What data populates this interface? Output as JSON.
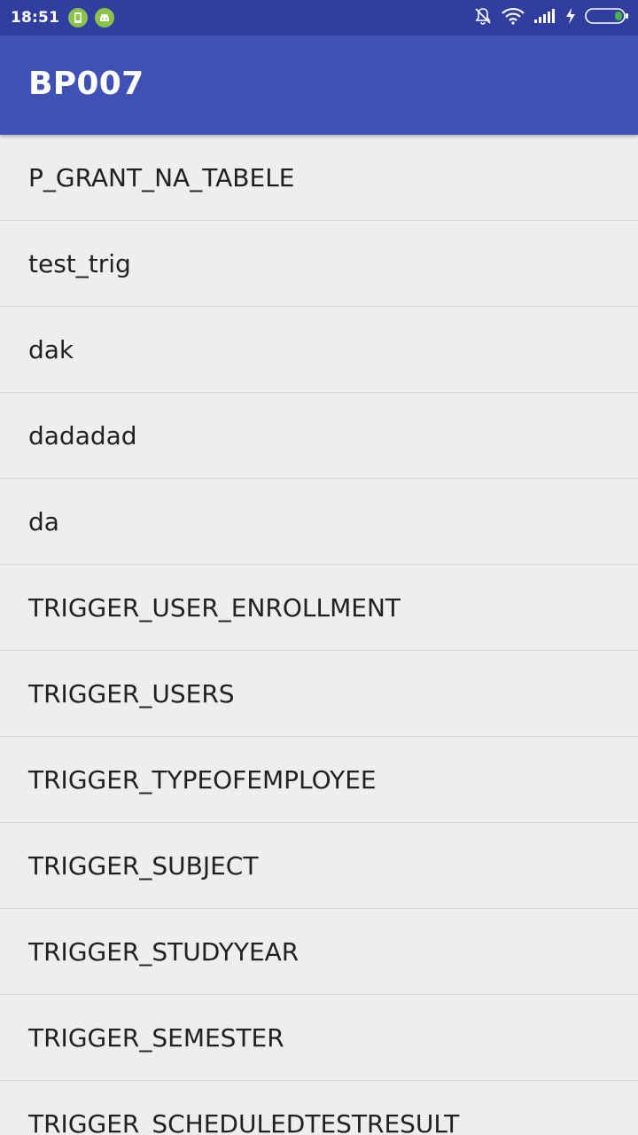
{
  "status_bar": {
    "time": "18:51",
    "icons": [
      "phone-notification-icon",
      "android-notification-icon",
      "bell-off-icon",
      "wifi-icon",
      "signal-icon",
      "charging-bolt-icon",
      "battery-icon"
    ],
    "background": "#303f9f",
    "notification_color": "#8bc34a",
    "battery_level_color": "#4caf50"
  },
  "app_bar": {
    "title": "BP007",
    "background": "#3f51b5"
  },
  "list": {
    "background": "#eeeeee",
    "items": [
      {
        "label": "P_GRANT_NA_TABELE"
      },
      {
        "label": "test_trig"
      },
      {
        "label": "dak"
      },
      {
        "label": "dadadad"
      },
      {
        "label": "da"
      },
      {
        "label": "TRIGGER_USER_ENROLLMENT"
      },
      {
        "label": "TRIGGER_USERS"
      },
      {
        "label": "TRIGGER_TYPEOFEMPLOYEE"
      },
      {
        "label": "TRIGGER_SUBJECT"
      },
      {
        "label": "TRIGGER_STUDYYEAR"
      },
      {
        "label": "TRIGGER_SEMESTER"
      },
      {
        "label": "TRIGGER_SCHEDULEDTESTRESULT"
      }
    ]
  }
}
